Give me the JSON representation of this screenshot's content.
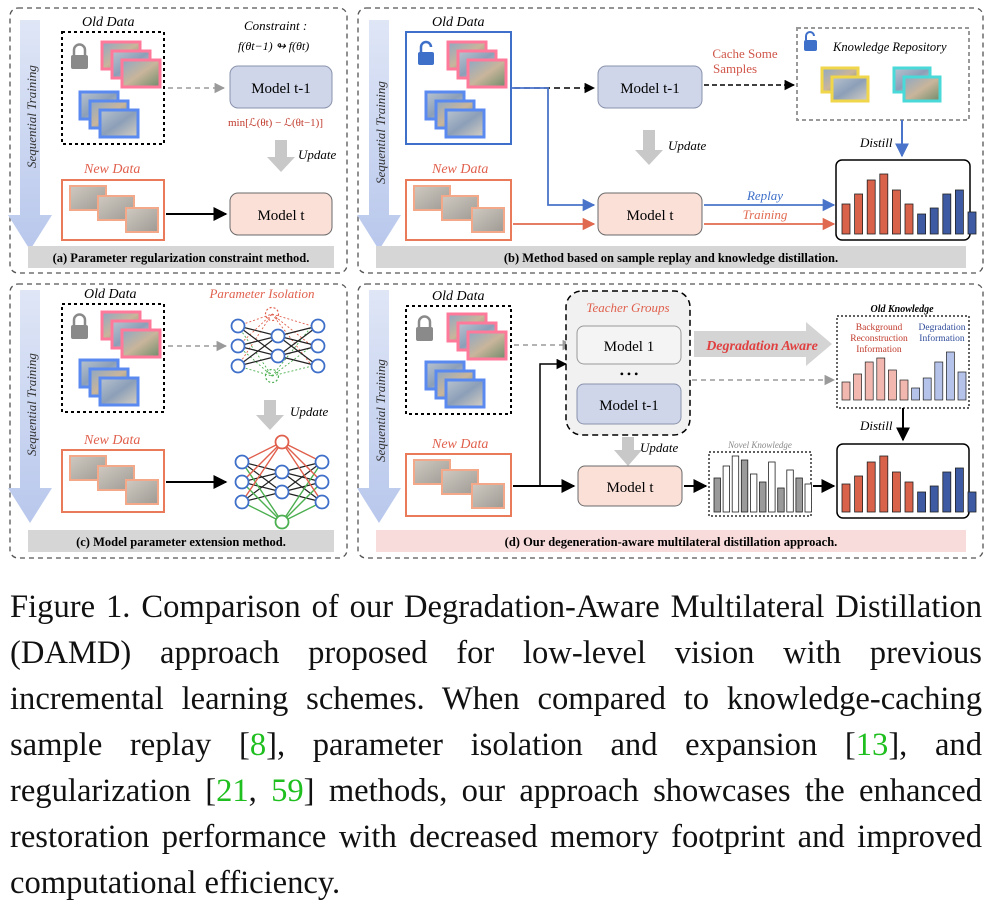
{
  "figure": {
    "sequential_label": "Sequential Training",
    "old_data": "Old Data",
    "new_data": "New Data",
    "update": "Update",
    "model_prev": "Model t-1",
    "model_curr": "Model t",
    "panel_a": {
      "constraint_label": "Constraint :",
      "constraint_formula": "f(θt−1) ↬ f(θt)",
      "min_formula": "min[ℒ(θt) − ℒ(θt−1)]",
      "caption": "(a) Parameter regularization constraint method."
    },
    "panel_b": {
      "cache_line1": "Cache Some",
      "cache_line2": "Samples",
      "repository": "Knowledge Repository",
      "distill": "Distill",
      "replay": "Replay",
      "training": "Training",
      "caption": "(b) Method based on sample replay and knowledge distillation."
    },
    "panel_c": {
      "isolation": "Parameter Isolation",
      "caption": "(c) Model parameter extension method."
    },
    "panel_d": {
      "teacher_groups": "Teacher Groups",
      "model_1": "Model 1",
      "dots": "• • •",
      "degradation_aware": "Degradation Aware",
      "old_knowledge": "Old Knowledge",
      "background_l1": "Background",
      "background_l2": "Reconstruction",
      "background_l3": "Information",
      "degradation_l1": "Degradation",
      "degradation_l2": "Information",
      "distill": "Distill",
      "novel_knowledge": "Novel Knowledge",
      "caption": "(d) Our degeneration-aware multilateral distillation approach."
    }
  },
  "caption": {
    "p1": "Figure 1. Comparison of our Degradation-Aware Multilateral Distillation (DAMD) approach proposed for low-level vision with previous incremental learning schemes.  When compared to knowledge-caching sample replay [",
    "c1": "8",
    "p2": "], parameter isolation and expansion [",
    "c2": "13",
    "p3": "], and regularization [",
    "c3": "21",
    "p4": ", ",
    "c4": "59",
    "p5": "] methods, our approach showcases the enhanced restoration performance with decreased memory footprint and improved computational efficiency."
  },
  "colors": {
    "red_bar": "#d9624a",
    "blue_bar": "#3d5aa3",
    "pink_bar": "#f2b8b0",
    "lightblue_bar": "#b5c3ea",
    "gray_bar": "#9a9a9a",
    "model_blue": "#cfd6ea",
    "model_peach": "#fbe0d8",
    "arrow_gray": "#c8c8c8"
  }
}
